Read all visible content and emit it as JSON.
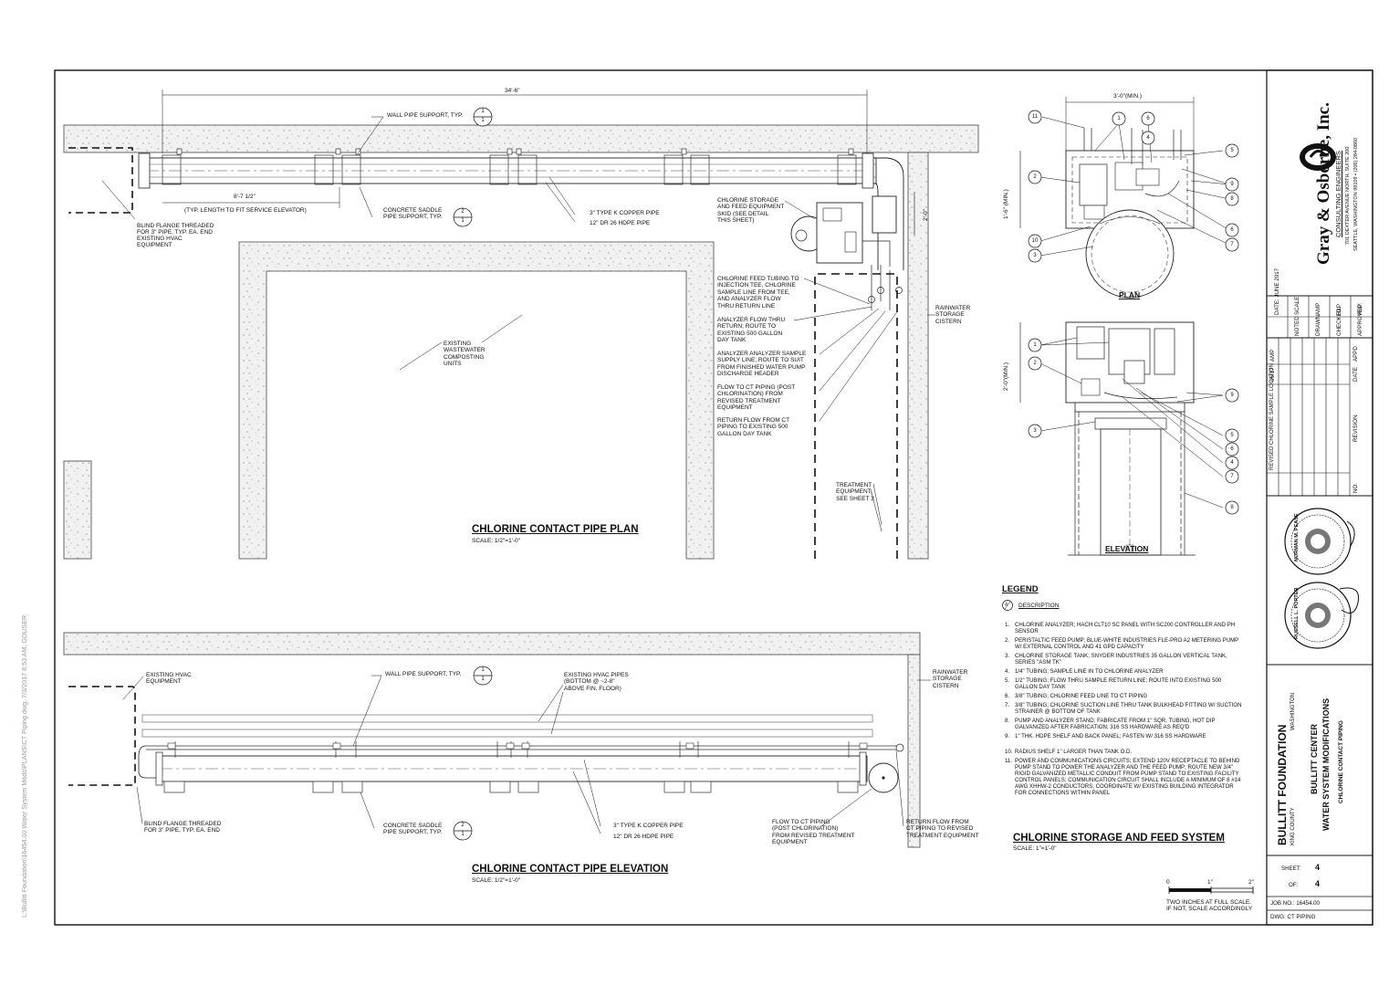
{
  "dimensions": {
    "overall": "34'-6\"",
    "service_elevator": "8'-7 1/2\"",
    "service_elevator_note": "(TYP. LENGTH TO FIT SERVICE ELEVATOR)",
    "skid_offset": "2'-0\"",
    "plan_width": "3'-0\"(MIN.)",
    "plan_depth": "1'-6\" (MIN.)",
    "elev_height": "2'-0\"(MIN.)"
  },
  "plan_labels": {
    "wall_support": "WALL PIPE SUPPORT, TYP.",
    "blind_flange": "BLIND FLANGE THREADED\nFOR 3\" PIPE, TYP. EA. END",
    "existing_hvac": "EXISTING HVAC\nEQUIPMENT",
    "saddle_support": "CONCRETE SADDLE\nPIPE SUPPORT, TYP.",
    "copper_pipe": "3\" TYPE K COPPER PIPE",
    "hdpe_pipe": "12\" DR 26 HDPE PIPE",
    "skid": "CHLORINE STORAGE\nAND FEED EQUIPMENT\nSKID (SEE DETAIL\nTHIS SHEET)",
    "feed_tubing": "CHLORINE FEED TUBING TO\nINJECTION TEE, CHLORINE\nSAMPLE LINE FROM TEE,\nAND ANALYZER FLOW\nTHRU RETURN LINE",
    "analyzer_return": "ANALYZER FLOW THRU\nRETURN; ROUTE TO\nEXISTING 500 GALLON\nDAY TANK",
    "analyzer_supply": "ANALYZER ANALYZER SAMPLE\nSUPPLY LINE; ROUTE TO SUIT\nFROM FINISHED WATER PUMP\nDISCHARGE HEADER",
    "flow_to_ct": "FLOW TO CT PIPING (POST\nCHLORINATION) FROM\nREVISED TREATMENT\nEQUIPMENT",
    "return_flow": "RETURN FLOW FROM CT\nPIPING TO EXISTING 500\nGALLON DAY TANK",
    "composting": "EXISTING\nWASTEWATER\nCOMPOSTING\nUNITS",
    "rainwater": "RAINWATER\nSTORAGE\nCISTERN",
    "treatment": "TREATMENT\nEQUIPMENT,\nSEE SHEET 3",
    "title": "CHLORINE CONTACT PIPE PLAN",
    "scale": "SCALE: 1/2\"=1'-0\""
  },
  "detail_refs": {
    "wall_support": {
      "top": "1",
      "bottom": "1"
    },
    "saddle_support": {
      "top": "2",
      "bottom": "1"
    }
  },
  "elev_labels": {
    "existing_hvac": "EXISTING HVAC\nEQUIPMENT",
    "wall_support": "WALL PIPE SUPPORT, TYP.",
    "hvac_pipes": "EXISTING HVAC PIPES\n(BOTTOM @ ~2-8\"\nABOVE FIN. FLOOR)",
    "rainwater": "RAINWATER\nSTORAGE\nCISTERN",
    "blind_flange": "BLIND FLANGE THREADED\nFOR 3\" PIPE, TYP. EA. END",
    "saddle_support": "CONCRETE SADDLE\nPIPE SUPPORT, TYP.",
    "copper_pipe": "3\" TYPE K COPPER PIPE",
    "hdpe_pipe": "12\" DR 26 HDPE PIPE",
    "flow_to_ct": "FLOW TO CT PIPING\n(POST CHLORINATION)\nFROM REVISED TREATMENT\nEQUIPMENT",
    "return_flow": "RETURN FLOW FROM\nCT PIPING TO REVISED\nTREATMENT EQUIPMENT",
    "title": "CHLORINE CONTACT PIPE ELEVATION",
    "scale": "SCALE: 1/2\"=1'-0\""
  },
  "detail": {
    "plan_title": "PLAN",
    "elevation_title": "ELEVATION",
    "title": "CHLORINE STORAGE AND FEED SYSTEM",
    "scale": "SCALE: 1\"=1'-0\""
  },
  "legend": {
    "title": "LEGEND",
    "symbol": "#",
    "description": "DESCRIPTION",
    "items": [
      {
        "n": "1.",
        "text": "CHLORINE ANALYZER; HACH CLT10 sc PANEL WITH sc200 CONTROLLER AND pH SENSOR"
      },
      {
        "n": "2.",
        "text": "PERISTALTIC FEED PUMP; BLUE-WHITE INDUSTRIES FLE-PRO A2 METERING PUMP W/ EXTERNAL CONTROL AND 41 GPD CAPACITY"
      },
      {
        "n": "3.",
        "text": "CHLORINE STORAGE TANK; SNYDER INDUSTRIES 35 GALLON VERTICAL TANK, SERIES \"ASM TK\""
      },
      {
        "n": "4.",
        "text": "1/4\" TUBING; SAMPLE LINE IN TO CHLORINE ANALYZER"
      },
      {
        "n": "5.",
        "text": "1/2\" TUBING; FLOW THRU SAMPLE RETURN LINE; ROUTE INTO EXISTING 500 GALLON DAY TANK"
      },
      {
        "n": "6.",
        "text": "3/8\" TUBING; CHLORINE FEED LINE TO CT PIPING"
      },
      {
        "n": "7.",
        "text": "3/8\" TUBING; CHLORINE SUCTION LINE THRU TANK BULKHEAD FITTING W/ SUCTION STRAINER @ BOTTOM OF TANK"
      },
      {
        "n": "8.",
        "text": "PUMP AND ANALYZER STAND; FABRICATE FROM 1\" SQR. TUBING, HOT DIP GALVANIZED AFTER FABRICATION; 316 SS HARDWARE AS REQ'D"
      },
      {
        "n": "9.",
        "text": "1\" THK. HDPE SHELF AND BACK PANEL; FASTEN W/ 316 SS HARDWARE"
      },
      {
        "n": "10.",
        "text": "RADIUS SHELF 1\" LARGER THAN TANK O.D."
      },
      {
        "n": "11.",
        "text": "POWER AND COMMUNICATIONS CIRCUITS; EXTEND 120V RECEPTACLE TO BEHIND PUMP STAND TO POWER THE ANALYZER AND THE FEED PUMP; ROUTE NEW 3/4\" RIGID GALVANIZED METALLIC CONDUIT FROM PUMP STAND TO EXISTING FACILITY CONTROL PANELS; COMMUNICATION CIRCUIT SHALL INCLUDE A MINIMUM OF 8 #14 AWG XHHW-2 CONDUCTORS; COORDINATE W/ EXISTING BUILDING INTEGRATOR FOR CONNECTIONS WITHIN PANEL"
      }
    ]
  },
  "scale_bar": {
    "t0": "0",
    "t1": "1\"",
    "t2": "2\"",
    "note": "TWO INCHES AT FULL SCALE.\nIF NOT, SCALE ACCORDINGLY"
  },
  "firm": {
    "name": "Gray & Osborne, Inc.",
    "sub": "CONSULTING ENGINEERS",
    "address": "701 DEXTER AVENUE NORTH, SUITE 200",
    "city": "SEATTLE, WASHINGTON 98109 • (206) 284-0860"
  },
  "title_block": {
    "date": "DATE: JUNE 2017",
    "scale_label": "SCALE:",
    "scale_val": "NOTED",
    "drawn_label": "DRAWN:",
    "drawn_val": "AMP",
    "checked_label": "CHECKED:",
    "checked_val": "RLP",
    "approved_label": "APPROVED:",
    "approved_val": "RLP",
    "rev_text": "REVISED CHLORINE SAMPLE\nLOCATION",
    "rev_date": "06/17",
    "rev_appd": "AMP",
    "col_no": "No.",
    "col_revision": "REVISION",
    "col_date": "DATE",
    "col_appd": "APPD"
  },
  "project": {
    "client": "BULLITT  FOUNDATION",
    "county": "KING COUNTY",
    "state": "WASHINGTON",
    "center": "BULLITT CENTER",
    "mods": "WATER SYSTEM MODIFICATIONS",
    "drawing": "CHLORINE CONTACT PIPING"
  },
  "sheet": {
    "sheet_label": "SHEET:",
    "sheet_num": "4",
    "of_label": "OF:",
    "of_num": "4",
    "job": "JOB NO.: 16454.00",
    "dwg": "DWG: CT PIPING"
  },
  "file_path": "L:\\Bullitt Foundation\\16454.00 Water System Mods\\PLANS\\CT Piping.dwg, 7/3/2017 8:53 AM, GDUSER",
  "seal_text": [
    "NORMAN M. PEASE",
    "RUSSELL L. PORTER"
  ],
  "callout_numbers": [
    "1",
    "2",
    "3",
    "4",
    "5",
    "6",
    "7",
    "8",
    "9",
    "10",
    "11"
  ]
}
